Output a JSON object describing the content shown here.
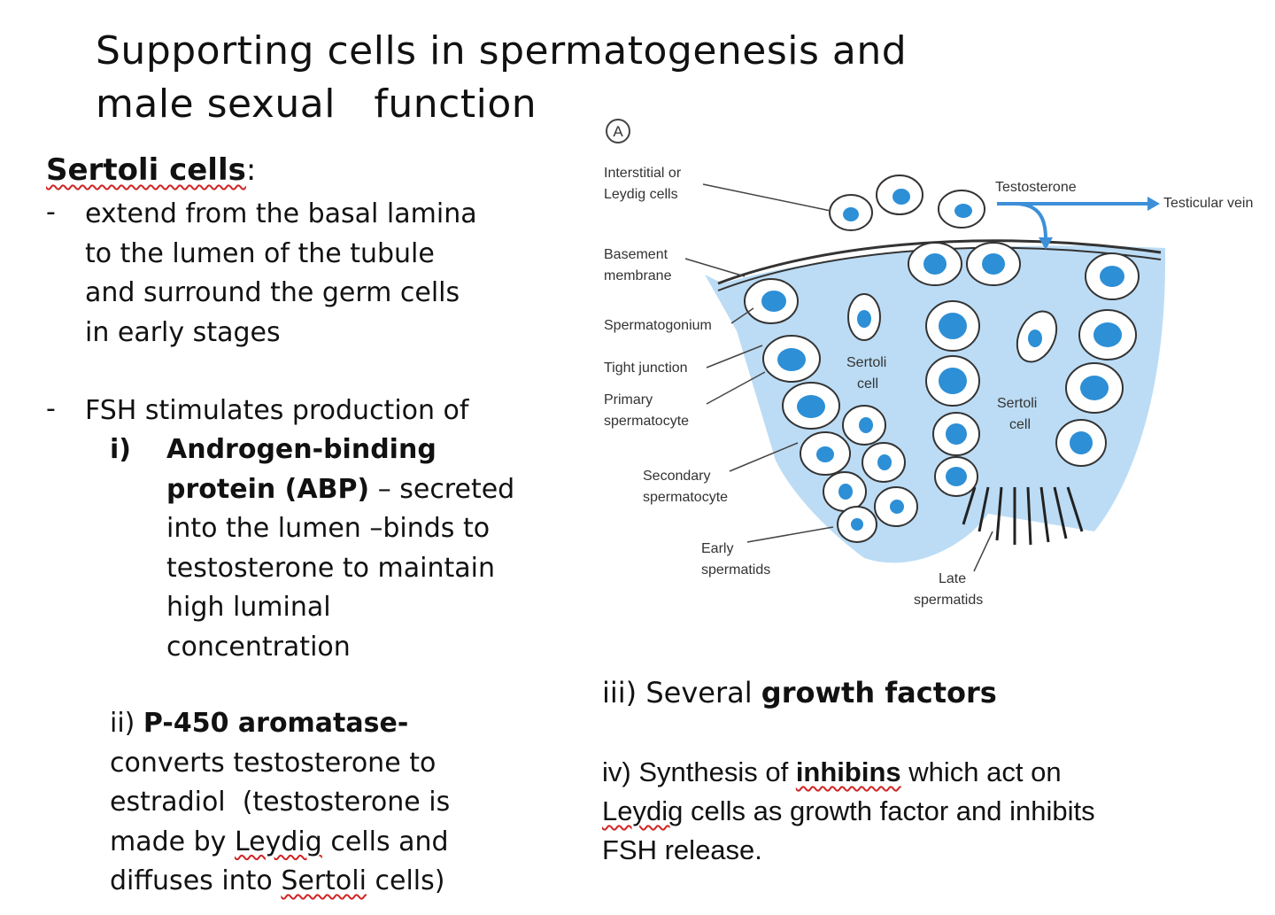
{
  "title": {
    "line1": "Supporting cells in spermatogenesis and",
    "line2": "male sexual   function"
  },
  "left": {
    "heading": "Sertoli cells",
    "heading_colon": ":",
    "dash": "-",
    "bullet1": [
      "extend from the basal lamina",
      "to the lumen of the tubule",
      "and surround the germ cells",
      "in early stages"
    ],
    "bullet2": "FSH stimulates production of",
    "item_i": {
      "marker": "i)",
      "bold1": "Androgen-binding",
      "bold2": "protein (ABP)",
      "rest2": " – secreted",
      "lines": [
        "into the lumen –binds to",
        "testosterone to maintain",
        "high luminal",
        "concentration"
      ]
    },
    "item_ii": {
      "marker": "ii) ",
      "bold": "P-450 aromatase",
      "bold_suffix": "-",
      "line2": "converts testosterone to",
      "line3": "estradiol  (testosterone is",
      "line4_a": "made by ",
      "line4_b": "Leydig",
      "line4_c": " cells and",
      "line5_a": "diffuses into ",
      "line5_b": "Sertoli",
      "line5_c": " cells)"
    }
  },
  "right": {
    "item_iii": {
      "prefix": "iii) Several ",
      "bold": "growth factors"
    },
    "item_iv": {
      "l1_a": "iv) Synthesis of ",
      "l1_b": "inhibins",
      "l1_c": " which act on",
      "l2_a": "Leydig",
      "l2_b": " cells as growth factor and inhibits",
      "l3": "FSH release."
    }
  },
  "figure": {
    "panel": "A",
    "labels": {
      "interstitial1": "Interstitial or",
      "interstitial2": "Leydig cells",
      "basement1": "Basement",
      "basement2": "membrane",
      "spermatogonium": "Spermatogonium",
      "tight": "Tight junction",
      "primary1": "Primary",
      "primary2": "spermatocyte",
      "secondary1": "Secondary",
      "secondary2": "spermatocyte",
      "early1": "Early",
      "early2": "spermatids",
      "late1": "Late",
      "late2": "spermatids",
      "testosterone": "Testosterone",
      "vein": "Testicular vein",
      "sertoli_a1": "Sertoli",
      "sertoli_a2": "cell",
      "sertoli_b1": "Sertoli",
      "sertoli_b2": "cell"
    },
    "colors": {
      "lumen": "#bcdcf5",
      "nucleus": "#2d8fd6",
      "arrow": "#3d8fd8"
    }
  }
}
